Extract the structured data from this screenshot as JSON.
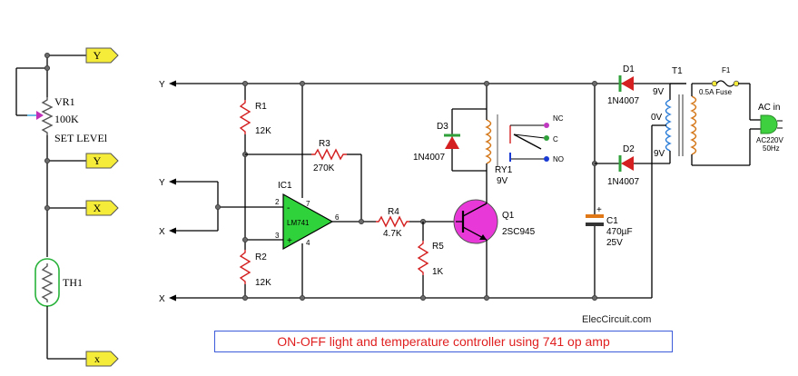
{
  "left_panel": {
    "vr1_label": "VR1",
    "vr1_value": "100K",
    "vr1_note": "SET LEVEl",
    "th1_label": "TH1",
    "flags": {
      "y_top": "Y",
      "y_mid": "Y",
      "x_mid": "X",
      "x_bottom": "x"
    }
  },
  "rails": {
    "top": "Y",
    "bottom": "X"
  },
  "inputs": {
    "y": "Y",
    "x": "X"
  },
  "components": {
    "r1": {
      "name": "R1",
      "value": "12K"
    },
    "r2": {
      "name": "R2",
      "value": "12K"
    },
    "r3": {
      "name": "R3",
      "value": "270K"
    },
    "r4": {
      "name": "R4",
      "value": "4.7K"
    },
    "r5": {
      "name": "R5",
      "value": "1K"
    },
    "ic1": {
      "name": "IC1",
      "part": "LM741",
      "pin2": "2",
      "pin3": "3",
      "pin4": "4",
      "pin6": "6",
      "pin7": "7",
      "minus": "-",
      "plus": "+"
    },
    "d3": {
      "name": "D3",
      "part": "1N4007"
    },
    "ry1": {
      "name": "RY1",
      "value": "9V",
      "nc": "NC",
      "c": "C",
      "no": "NO"
    },
    "q1": {
      "name": "Q1",
      "part": "2SC945"
    },
    "c1": {
      "name": "C1",
      "value": "470µF",
      "voltage": "25V",
      "plus": "+"
    },
    "d1": {
      "name": "D1",
      "part": "1N4007"
    },
    "d2": {
      "name": "D2",
      "part": "1N4007"
    },
    "t1": {
      "name": "T1",
      "tap_top": "9V",
      "tap_mid": "0V",
      "tap_bottom": "9V"
    },
    "f1": {
      "name": "F1",
      "value": "0.5A Fuse"
    },
    "ac": {
      "label": "AC in",
      "spec": "AC220V",
      "freq": "50Hz"
    }
  },
  "credit": "ElecCircuit.com",
  "caption": "ON-OFF light and temperature controller using 741 op amp",
  "colors": {
    "flag_fill": "#f5ec3a",
    "opamp_fill": "#2fd23a",
    "transistor_fill": "#e838d8",
    "resistor": "#d42020",
    "caption_text": "#e02020",
    "caption_border": "#3b5bdb",
    "plug_fill": "#3ed03e"
  }
}
